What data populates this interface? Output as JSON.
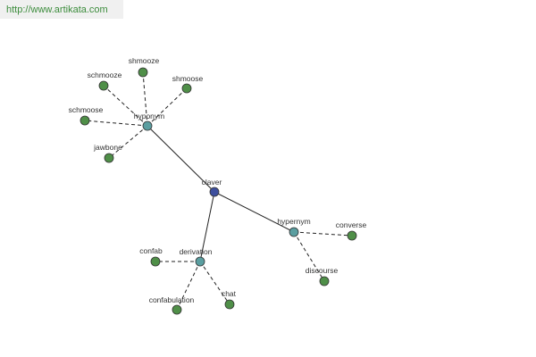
{
  "header": {
    "url": "http://www.artikata.com"
  },
  "colors": {
    "center": "#3d4f9e",
    "relation": "#5a9ea0",
    "leaf": "#4f8f48",
    "url_text": "#3c8c3c"
  },
  "graph": {
    "center": {
      "id": "claver",
      "label": "claver",
      "type": "center"
    },
    "relations": [
      {
        "id": "hyponym",
        "label": "hyponym",
        "type": "relation",
        "leaves": [
          "schmooze",
          "shmooze",
          "shmoose",
          "schmoose",
          "jawbone"
        ]
      },
      {
        "id": "derivation",
        "label": "derivation",
        "type": "relation",
        "leaves": [
          "confab",
          "confabulation",
          "chat"
        ]
      },
      {
        "id": "hypernym",
        "label": "hypernym",
        "type": "relation",
        "leaves": [
          "converse",
          "discourse"
        ]
      }
    ]
  }
}
